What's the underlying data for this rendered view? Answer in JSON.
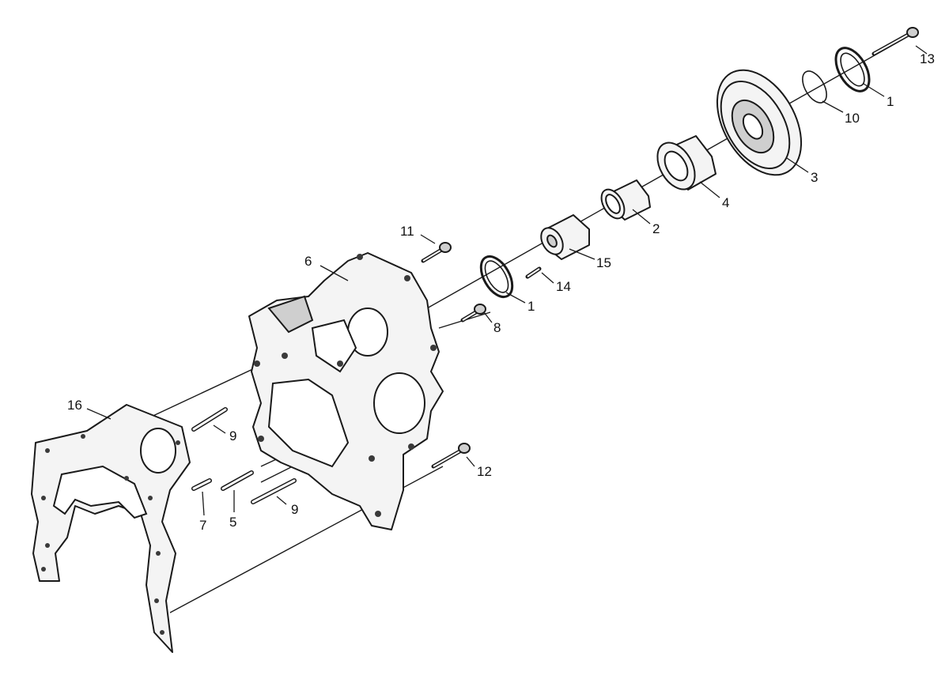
{
  "callouts": [
    {
      "id": "c1a",
      "label": "1"
    },
    {
      "id": "c1b",
      "label": "1"
    },
    {
      "id": "c2",
      "label": "2"
    },
    {
      "id": "c3",
      "label": "3"
    },
    {
      "id": "c4",
      "label": "4"
    },
    {
      "id": "c5",
      "label": "5"
    },
    {
      "id": "c6",
      "label": "6"
    },
    {
      "id": "c7",
      "label": "7"
    },
    {
      "id": "c8",
      "label": "8"
    },
    {
      "id": "c9a",
      "label": "9"
    },
    {
      "id": "c9b",
      "label": "9"
    },
    {
      "id": "c10",
      "label": "10"
    },
    {
      "id": "c11",
      "label": "11"
    },
    {
      "id": "c12",
      "label": "12"
    },
    {
      "id": "c13",
      "label": "13"
    },
    {
      "id": "c14",
      "label": "14"
    },
    {
      "id": "c15",
      "label": "15"
    },
    {
      "id": "c16",
      "label": "16"
    }
  ]
}
